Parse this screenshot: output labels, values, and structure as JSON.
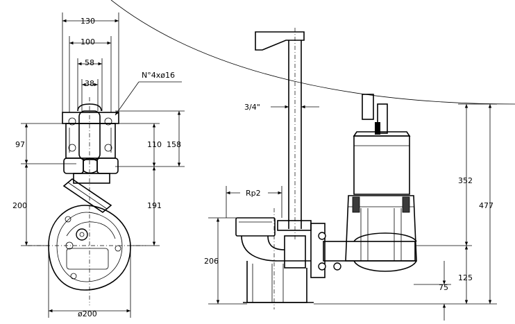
{
  "dimensions": {
    "top_width": "130",
    "flange_width": "100",
    "bolt_pitch": "58",
    "bore": "38",
    "bolt_note": "N°4xø16",
    "height_97": "97",
    "height_110": "110",
    "height_158": "158",
    "height_200": "200",
    "height_191": "191",
    "base_diameter": "ø200",
    "pipe_size": "3/4\"",
    "outlet_thread": "Rp2",
    "outlet_height": "206",
    "motor_height": "352",
    "total_height": "477",
    "inlet_height": "125",
    "base_height": "75"
  }
}
